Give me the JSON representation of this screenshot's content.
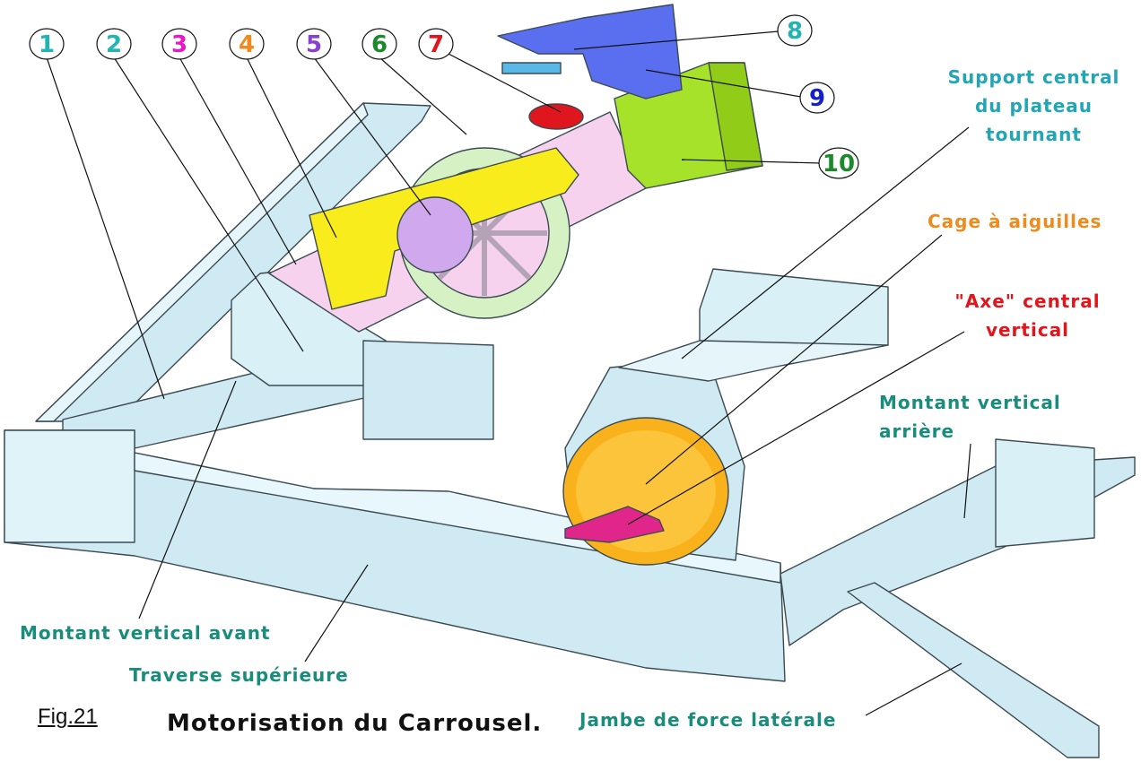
{
  "figure_label": "Fig.21",
  "title": "Motorisation du Carrousel.",
  "callouts": [
    {
      "n": "1",
      "color": "#22b3b3"
    },
    {
      "n": "2",
      "color": "#22b3b3"
    },
    {
      "n": "3",
      "color": "#e817c8"
    },
    {
      "n": "4",
      "color": "#f08a1c"
    },
    {
      "n": "5",
      "color": "#8a3fd1"
    },
    {
      "n": "6",
      "color": "#1c8a2c"
    },
    {
      "n": "7",
      "color": "#e0161e"
    },
    {
      "n": "8",
      "color": "#22b3b3"
    },
    {
      "n": "9",
      "color": "#1520c8"
    },
    {
      "n": "10",
      "color": "#1c8a2c"
    }
  ],
  "labels": {
    "support_line1": "Support central",
    "support_line2": "du plateau",
    "support_line3": "tournant",
    "cage": "Cage à aiguilles",
    "axe_line1": "\"Axe\" central",
    "axe_line2": "vertical",
    "montant_arriere_line1": "Montant vertical",
    "montant_arriere_line2": "arrière",
    "montant_avant": "Montant vertical avant",
    "traverse": "Traverse supérieure",
    "jambe": "Jambe de force latérale"
  },
  "colors": {
    "frame": "#cfeaf2",
    "frame_edge": "#3b4a52",
    "pink_tube": "#f6d2ef",
    "yellow_plate": "#f8ec1c",
    "wheel_green": "#d6f2c4",
    "purple_gear": "#cfa8ee",
    "green_motor": "#a6e22a",
    "blue_bracket": "#5a6ff0",
    "orange_disc": "#f9b21c",
    "magenta": "#e0268a"
  }
}
